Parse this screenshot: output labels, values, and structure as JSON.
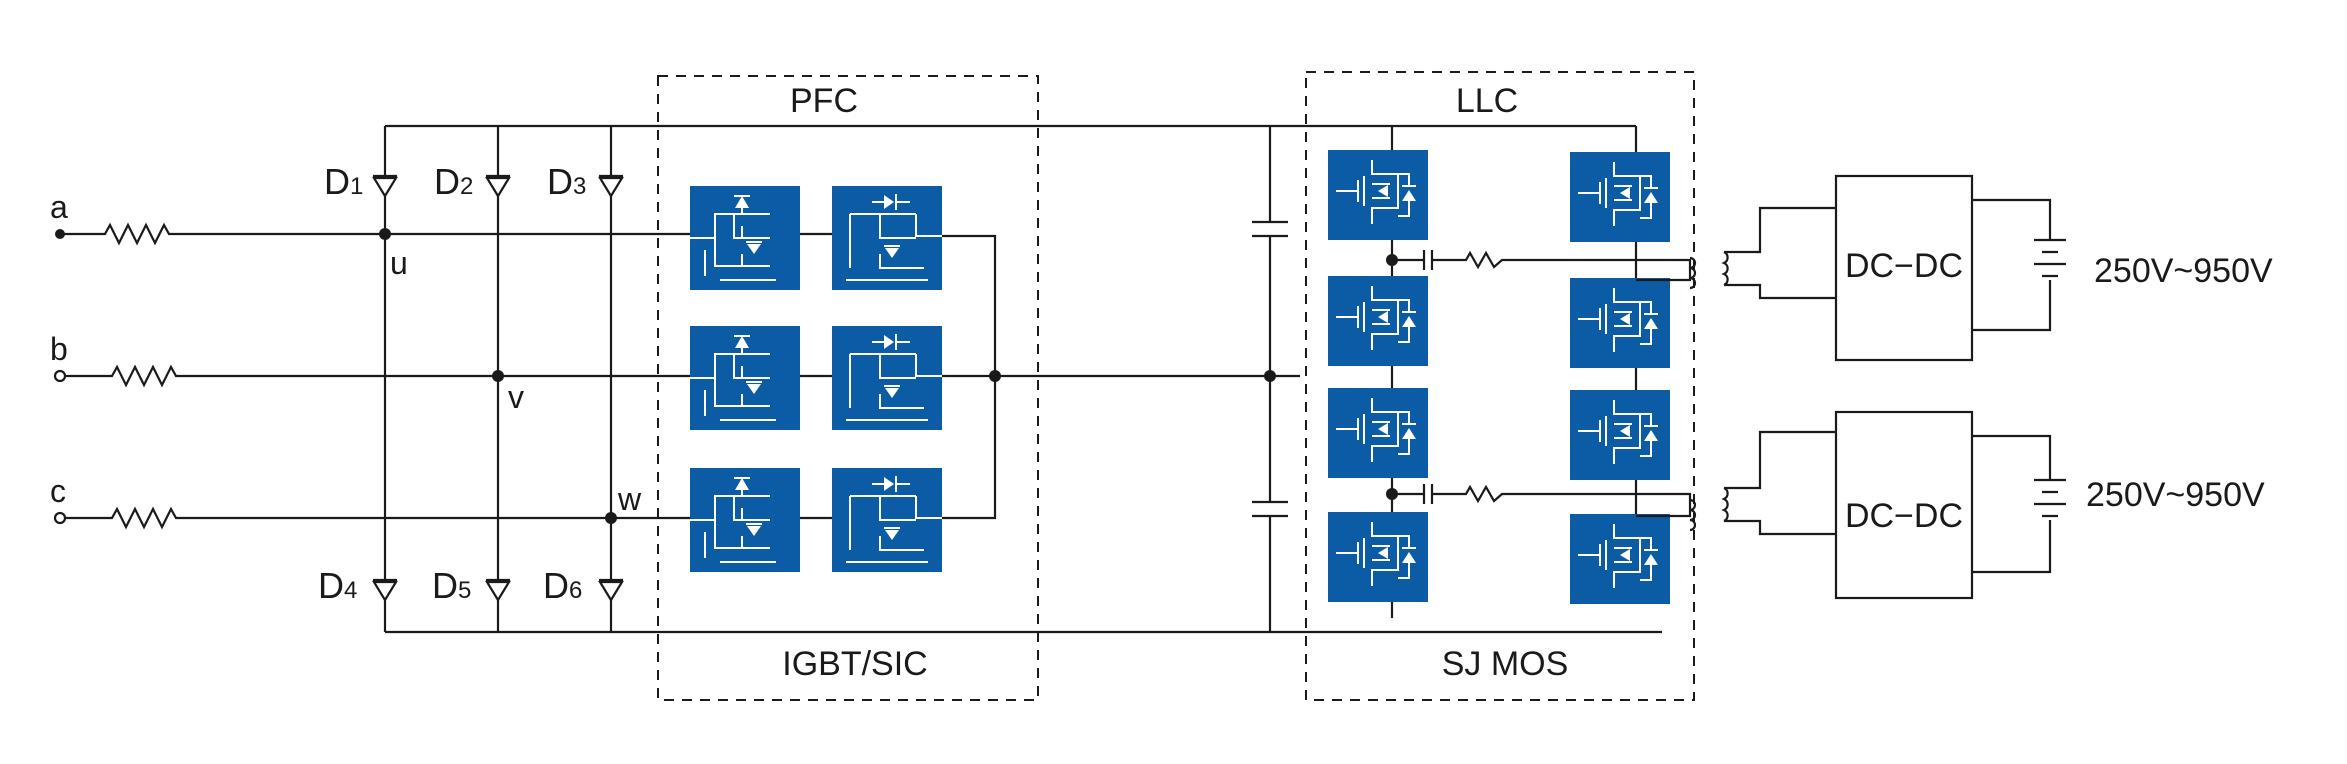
{
  "stages": {
    "pfc_title": "PFC",
    "pfc_devices": "IGBT/SIC",
    "llc_title": "LLC",
    "llc_devices": "SJ MOS"
  },
  "inputs": {
    "a": "a",
    "b": "b",
    "c": "c"
  },
  "nodes": {
    "u": "u",
    "v": "v",
    "w": "w"
  },
  "diodes": [
    {
      "letter": "D",
      "index": "1"
    },
    {
      "letter": "D",
      "index": "2"
    },
    {
      "letter": "D",
      "index": "3"
    },
    {
      "letter": "D",
      "index": "4"
    },
    {
      "letter": "D",
      "index": "5"
    },
    {
      "letter": "D",
      "index": "6"
    }
  ],
  "converters": [
    {
      "label": "DC−DC",
      "voltage": "250V~950V"
    },
    {
      "label": "DC−DC",
      "voltage": "250V~950V"
    }
  ],
  "colors": {
    "switch_fill": "#0b5ca4",
    "wire": "#1a1a1a"
  }
}
